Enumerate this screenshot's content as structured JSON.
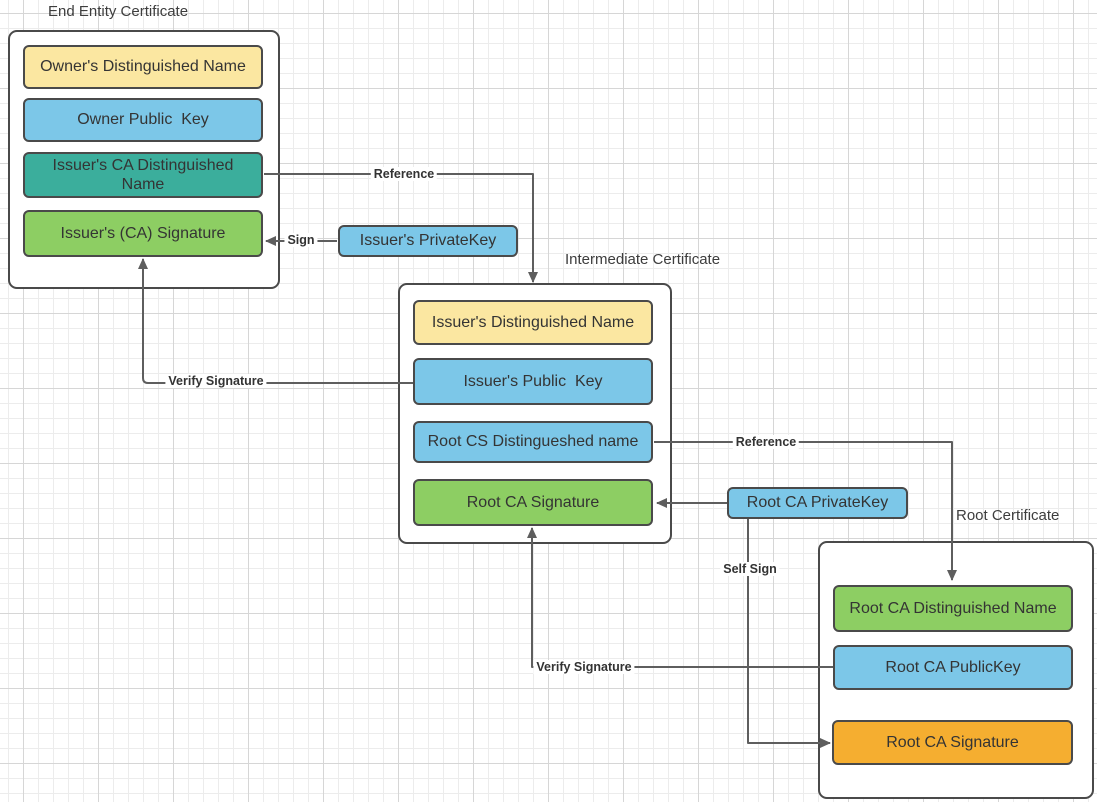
{
  "colors": {
    "yellow": "#FBE7A1",
    "blue": "#7CC7E8",
    "teal": "#3BAE9C",
    "green": "#8DCE63",
    "orange": "#F5AE30",
    "line": "#5E5E5E",
    "border": "#4A4A4A",
    "canvas_background": "#FFFFFF"
  },
  "containers": [
    {
      "title": "End Entity Certificate",
      "boxes": [
        {
          "label": "Owner's Distinguished Name",
          "color": "yellow"
        },
        {
          "label": "Owner Public  Key",
          "color": "blue"
        },
        {
          "label": "Issuer's CA Distinguished\nName",
          "color": "teal"
        },
        {
          "label": "Issuer's (CA) Signature",
          "color": "green"
        }
      ]
    },
    {
      "title": "Intermediate Certificate",
      "boxes": [
        {
          "label": "Issuer's Distinguished Name",
          "color": "yellow"
        },
        {
          "label": "Issuer's Public  Key",
          "color": "blue"
        },
        {
          "label": "Root CS Distingueshed name",
          "color": "blue"
        },
        {
          "label": "Root CA Signature",
          "color": "green"
        }
      ]
    },
    {
      "title": "Root Certificate",
      "boxes": [
        {
          "label": "Root CA Distinguished Name",
          "color": "green"
        },
        {
          "label": "Root CA PublicKey",
          "color": "blue"
        },
        {
          "label": "Root CA Signature",
          "color": "orange"
        }
      ]
    }
  ],
  "standalone_boxes": [
    {
      "label": "Issuer's PrivateKey",
      "color": "blue"
    },
    {
      "label": "Root CA PrivateKey",
      "color": "blue"
    }
  ],
  "edges": {
    "reference_top": {
      "label": "Reference"
    },
    "sign": {
      "label": "Sign"
    },
    "verify_signature_left": {
      "label": "Verify Signature"
    },
    "reference_bottom": {
      "label": "Reference"
    },
    "self_sign": {
      "label": "Self Sign"
    },
    "verify_signature_bottom": {
      "label": "Verify Signature"
    }
  }
}
